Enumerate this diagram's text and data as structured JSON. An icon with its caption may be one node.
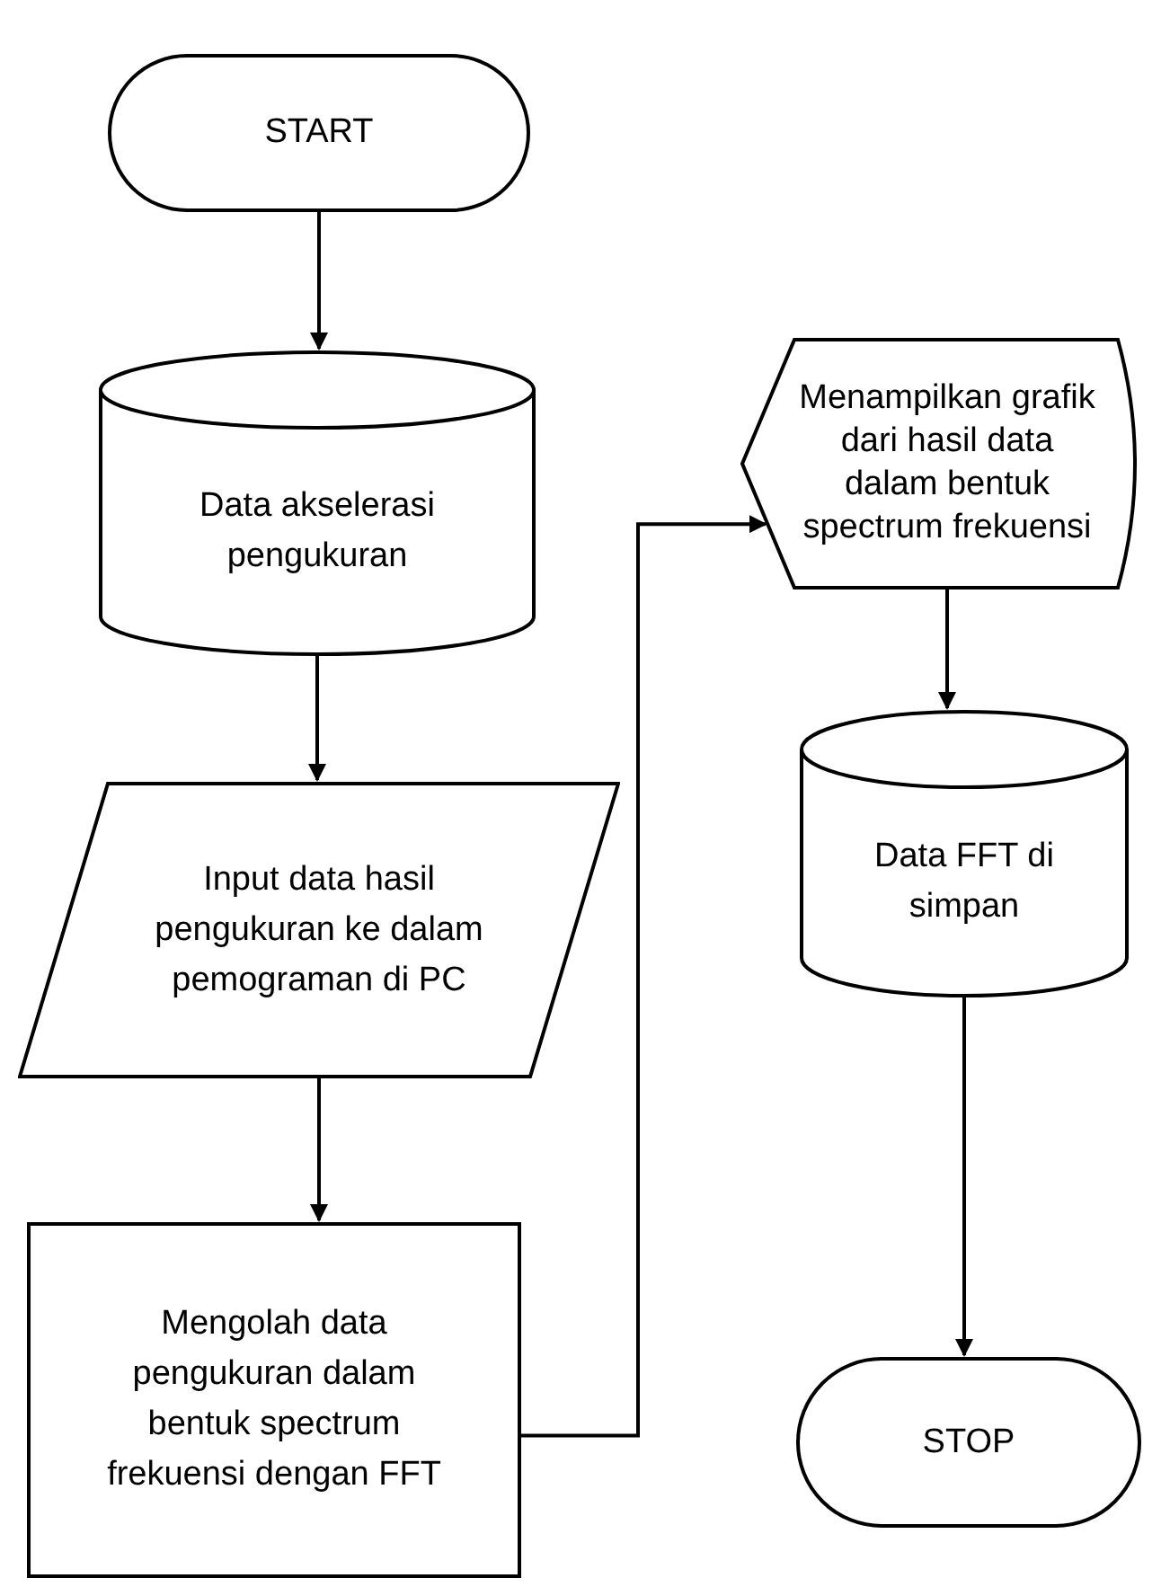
{
  "diagram": {
    "nodes": [
      {
        "text": [
          "START"
        ]
      },
      {
        "text": [
          "Data akselerasi pengukuran"
        ]
      },
      {
        "text": [
          "Input data hasil pengukuran ke dalam pemograman di PC"
        ]
      },
      {
        "text": [
          "Mengolah data pengukuran dalam bentuk spectrum frekuensi dengan FFT"
        ]
      },
      {
        "text": [
          "Menampilkan grafik dari hasil data dalam bentuk spectrum frekuensi"
        ]
      },
      {
        "text": [
          "Data FFT di simpan"
        ]
      },
      {
        "text": [
          "STOP"
        ]
      }
    ],
    "edges": [
      {
        "from": 0,
        "to": 1,
        "arrow": "to"
      },
      {
        "from": 1,
        "to": 2,
        "arrow": "to"
      },
      {
        "from": 2,
        "to": 3,
        "arrow": "to"
      },
      {
        "from": 3,
        "to": 4,
        "arrow": "to"
      },
      {
        "from": 4,
        "to": 5,
        "arrow": "to"
      },
      {
        "from": 5,
        "to": 6,
        "arrow": "to"
      }
    ]
  }
}
